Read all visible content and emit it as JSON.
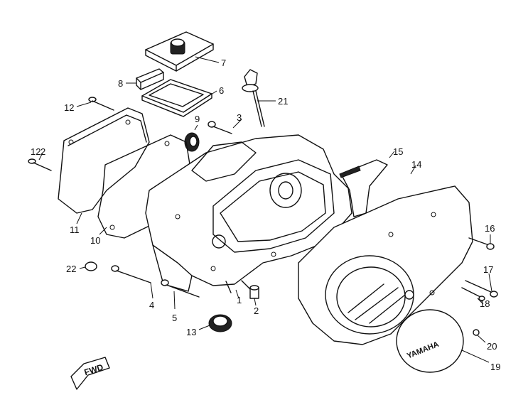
{
  "callouts": [
    "1",
    "2",
    "2",
    "3",
    "4",
    "5",
    "6",
    "7",
    "8",
    "9",
    "10",
    "11",
    "12",
    "12",
    "13",
    "14",
    "15",
    "16",
    "17",
    "18",
    "19",
    "20",
    "21",
    "22"
  ],
  "cover_emblem": "YAMAHA",
  "direction_arrow": "FWD"
}
